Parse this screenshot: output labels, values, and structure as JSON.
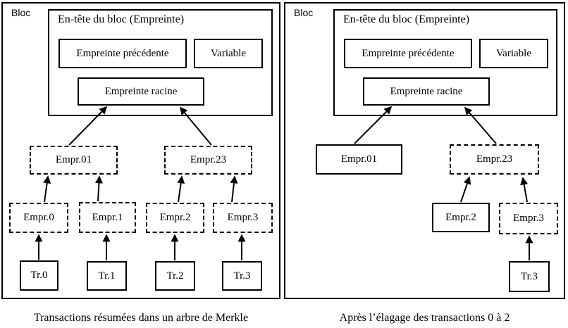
{
  "diagram": {
    "language": "fr",
    "topic": "merkle-tree-block"
  },
  "colors": {
    "border": "#000000",
    "background": "#ffffff",
    "text": "#000000"
  },
  "left_panel": {
    "bloc_label": "Bloc",
    "header_title": "En-tête du bloc (Empreinte)",
    "prev_hash_label": "Empreinte précédente",
    "variable_label": "Variable",
    "root_hash_label": "Empreinte racine",
    "empr01": "Empr.01",
    "empr23": "Empr.23",
    "empr0": "Empr.0",
    "empr1": "Empr.1",
    "empr2": "Empr.2",
    "empr3": "Empr.3",
    "tr0": "Tr.0",
    "tr1": "Tr.1",
    "tr2": "Tr.2",
    "tr3": "Tr.3",
    "caption": "Transactions résumées dans un arbre de Merkle"
  },
  "right_panel": {
    "bloc_label": "Bloc",
    "header_title": "En-tête du bloc (Empreinte)",
    "prev_hash_label": "Empreinte précédente",
    "variable_label": "Variable",
    "root_hash_label": "Empreinte racine",
    "empr01": "Empr.01",
    "empr23": "Empr.23",
    "empr2": "Empr.2",
    "empr3": "Empr.3",
    "tr3": "Tr.3",
    "caption": "Après l’élagage des transactions 0 à 2"
  }
}
